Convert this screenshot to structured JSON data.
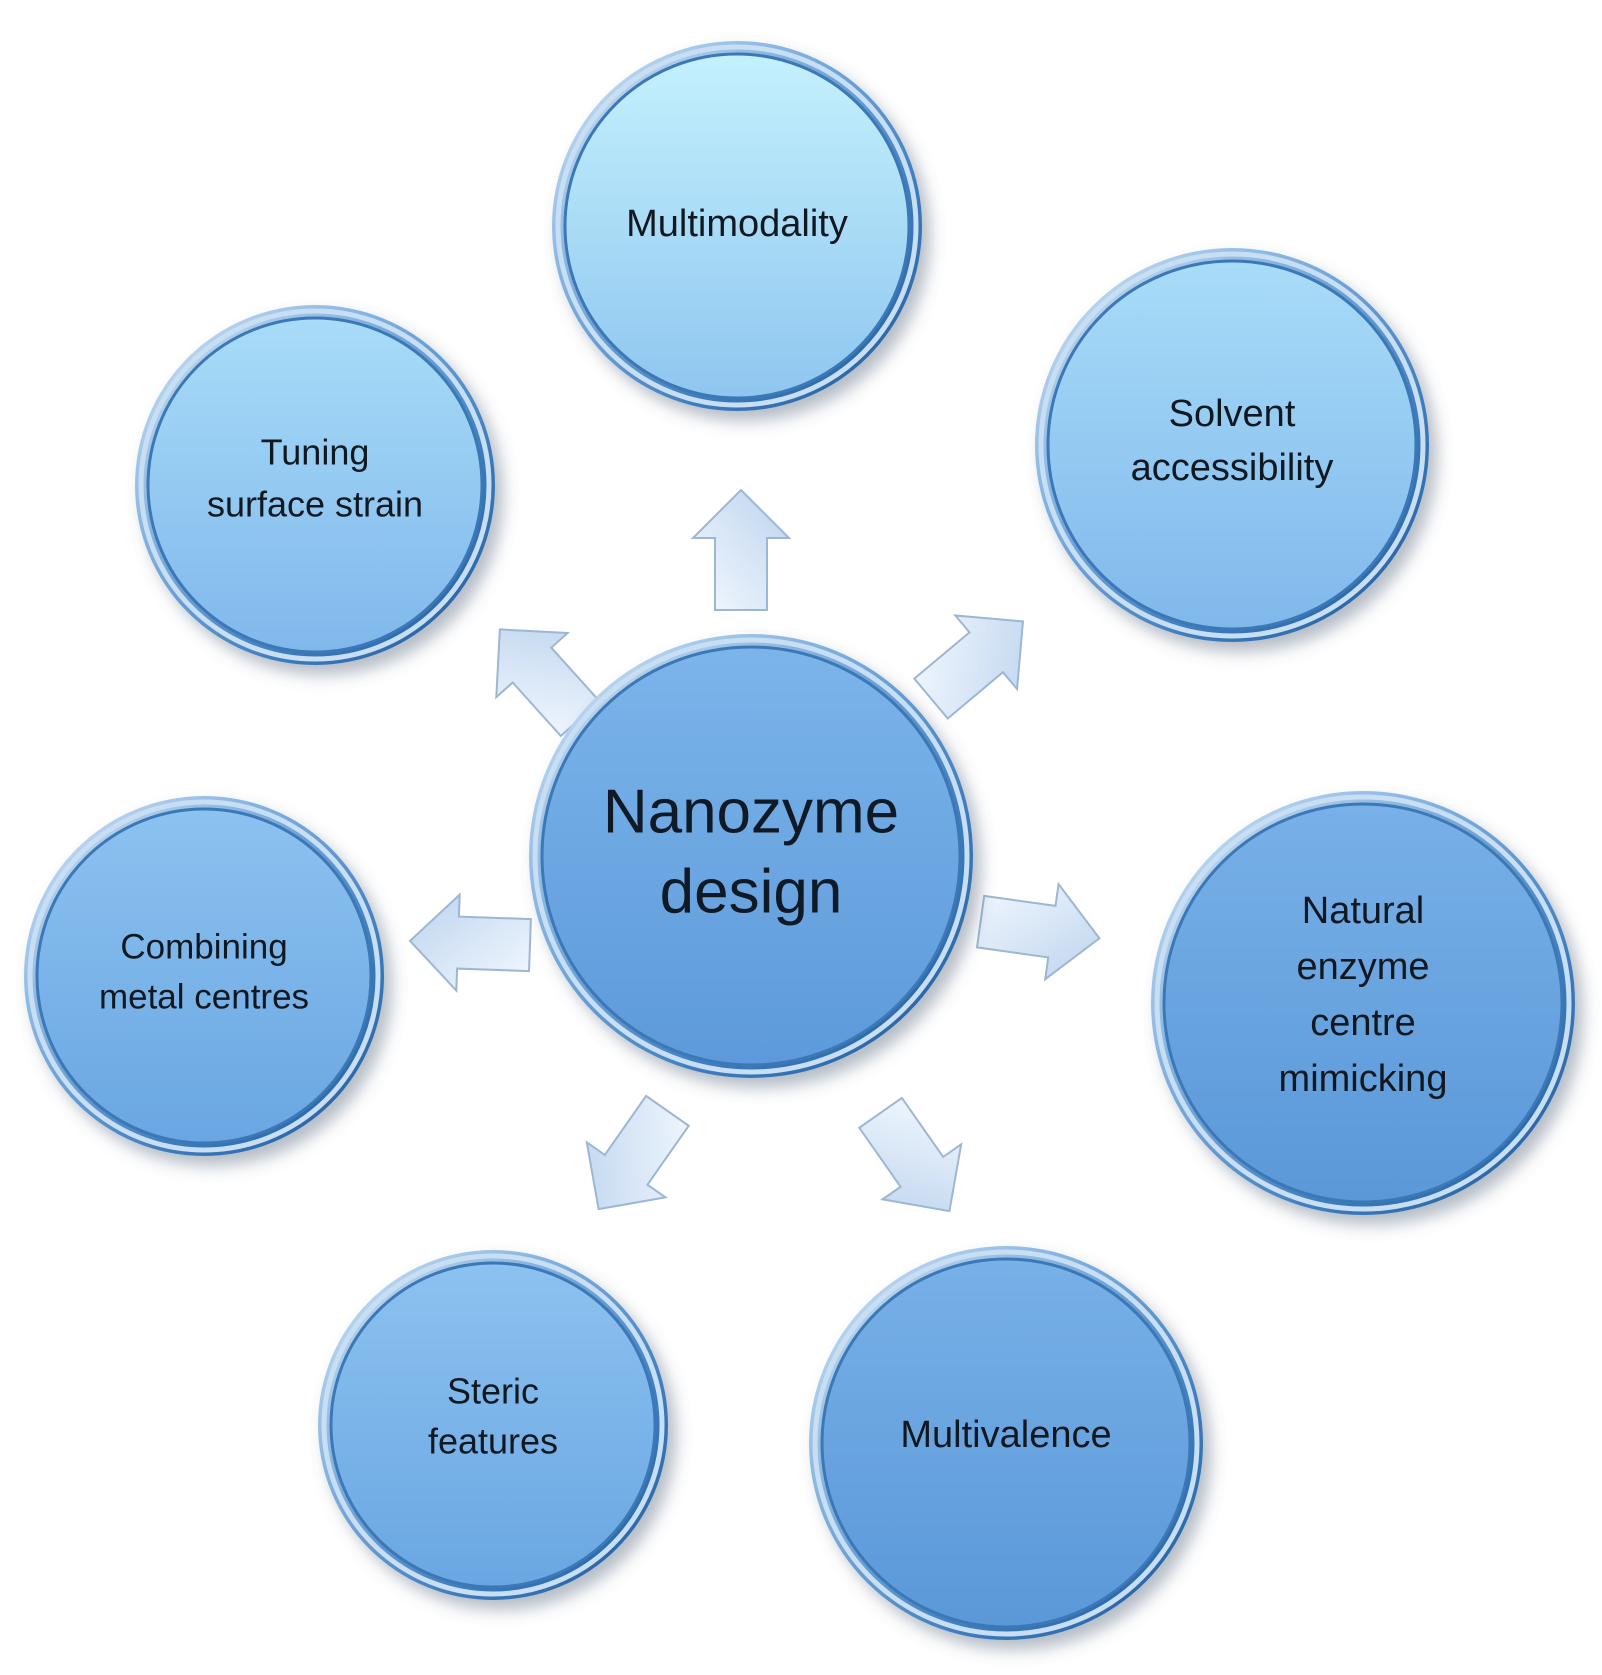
{
  "center": {
    "lines": [
      "Nanozyme",
      "design"
    ]
  },
  "nodes": [
    {
      "id": "multimodality",
      "lines": [
        "Multimodality"
      ]
    },
    {
      "id": "solvent-accessibility",
      "lines": [
        "Solvent",
        "accessibility"
      ]
    },
    {
      "id": "natural-enzyme-centre-mimicking",
      "lines": [
        "Natural",
        "enzyme",
        "centre",
        "mimicking"
      ]
    },
    {
      "id": "multivalence",
      "lines": [
        "Multivalence"
      ]
    },
    {
      "id": "steric-features",
      "lines": [
        "Steric",
        "features"
      ]
    },
    {
      "id": "combining-metal-centres",
      "lines": [
        "Combining",
        "metal centres"
      ]
    },
    {
      "id": "tuning-surface-strain",
      "lines": [
        "Tuning",
        "surface strain"
      ]
    }
  ],
  "colors": {
    "circle_light": "#bfeefd",
    "circle_mid": "#8cc0ee",
    "circle_dark": "#5b98d8",
    "ring_light": "#d6e6f6",
    "ring_dark": "#2f6fb0",
    "arrow_fill_light": "#eef5fd",
    "arrow_fill_dark": "#bdd4ee"
  }
}
